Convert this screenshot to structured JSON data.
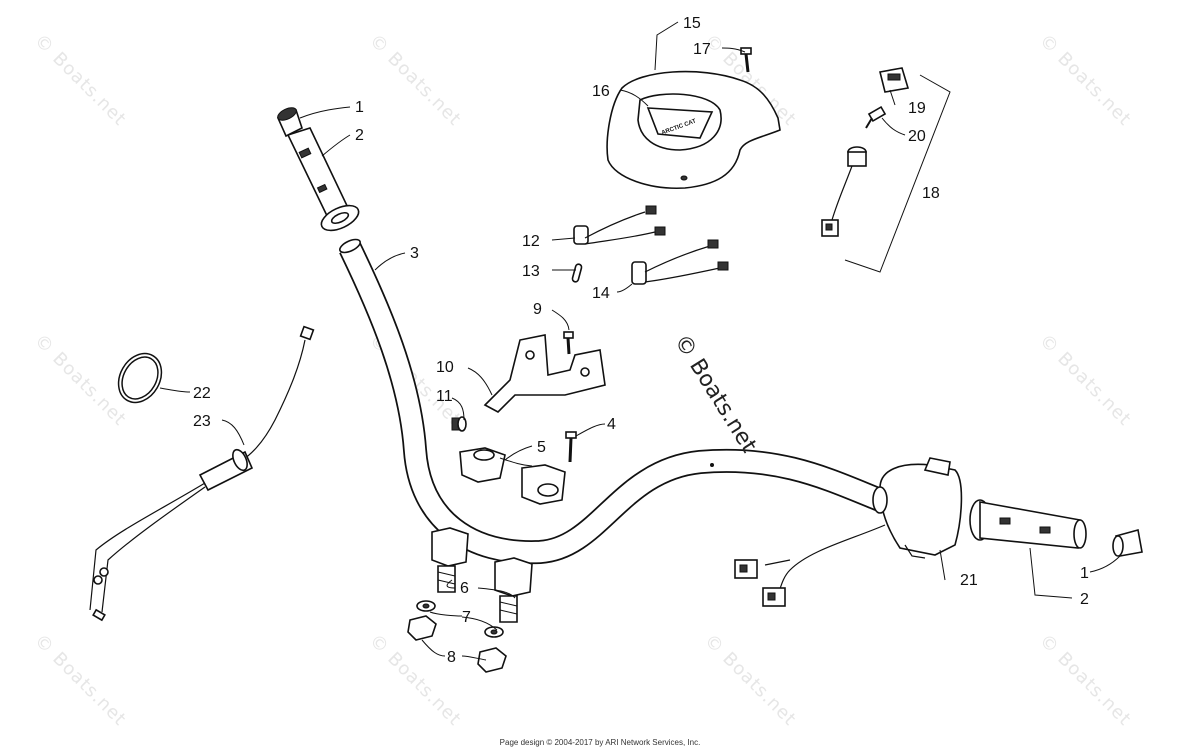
{
  "watermark": "© Boats.net",
  "watermark_center": "© Boats.net",
  "footer": "Page design © 2004-2017 by ARI Network Services, Inc.",
  "logo_text": "ARCTIC CAT",
  "callouts": [
    {
      "id": "c1a",
      "label": "1"
    },
    {
      "id": "c2a",
      "label": "2"
    },
    {
      "id": "c3",
      "label": "3"
    },
    {
      "id": "c4",
      "label": "4"
    },
    {
      "id": "c5",
      "label": "5"
    },
    {
      "id": "c6",
      "label": "6"
    },
    {
      "id": "c7",
      "label": "7"
    },
    {
      "id": "c8",
      "label": "8"
    },
    {
      "id": "c9",
      "label": "9"
    },
    {
      "id": "c10",
      "label": "10"
    },
    {
      "id": "c11",
      "label": "11"
    },
    {
      "id": "c12",
      "label": "12"
    },
    {
      "id": "c13",
      "label": "13"
    },
    {
      "id": "c14",
      "label": "14"
    },
    {
      "id": "c15",
      "label": "15"
    },
    {
      "id": "c16",
      "label": "16"
    },
    {
      "id": "c17",
      "label": "17"
    },
    {
      "id": "c18",
      "label": "18"
    },
    {
      "id": "c19",
      "label": "19"
    },
    {
      "id": "c20",
      "label": "20"
    },
    {
      "id": "c21",
      "label": "21"
    },
    {
      "id": "c1b",
      "label": "1"
    },
    {
      "id": "c2b",
      "label": "2"
    },
    {
      "id": "c22",
      "label": "22"
    },
    {
      "id": "c23",
      "label": "23"
    }
  ]
}
